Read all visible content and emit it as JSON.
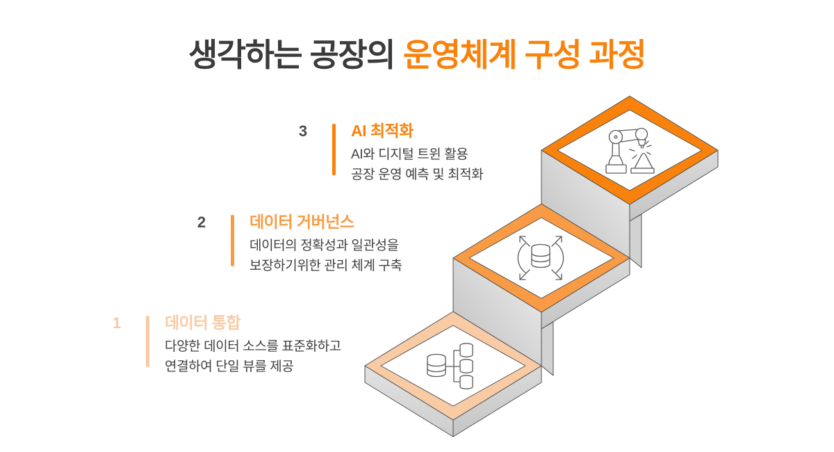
{
  "page_title": {
    "prefix": "생각하는 공장의",
    "accent": "운영체계 구성 과정"
  },
  "steps": [
    {
      "number": "1",
      "title": "데이터 통합",
      "description": [
        "다양한 데이터 소스를 표준화하고",
        "연결하여 단일 뷰를 제공"
      ],
      "accent_color": "#f8cba4",
      "number_color": "#f6c9a0",
      "icon": "database-integration-icon"
    },
    {
      "number": "2",
      "title": "데이터 거버넌스",
      "description": [
        "데이터의 정확성과 일관성을",
        "보장하기위한 관리 체계 구축"
      ],
      "accent_color": "#f99b45",
      "number_color": "#4a4a4a",
      "icon": "data-governance-icon"
    },
    {
      "number": "3",
      "title": "AI 최적화",
      "description": [
        "AI와 디지털 트윈 활용",
        "공장 운영 예측 및 최적화"
      ],
      "accent_color": "#f8820b",
      "number_color": "#4a4a4a",
      "icon": "robot-arm-icon"
    }
  ],
  "colors": {
    "background": "#ffffff",
    "title_dark": "#3b3b3b",
    "title_accent": "#f8820b",
    "body_text": "#3f3f3f",
    "outline": "#4f4f4f",
    "icon_stroke": "#5c5c5c"
  }
}
